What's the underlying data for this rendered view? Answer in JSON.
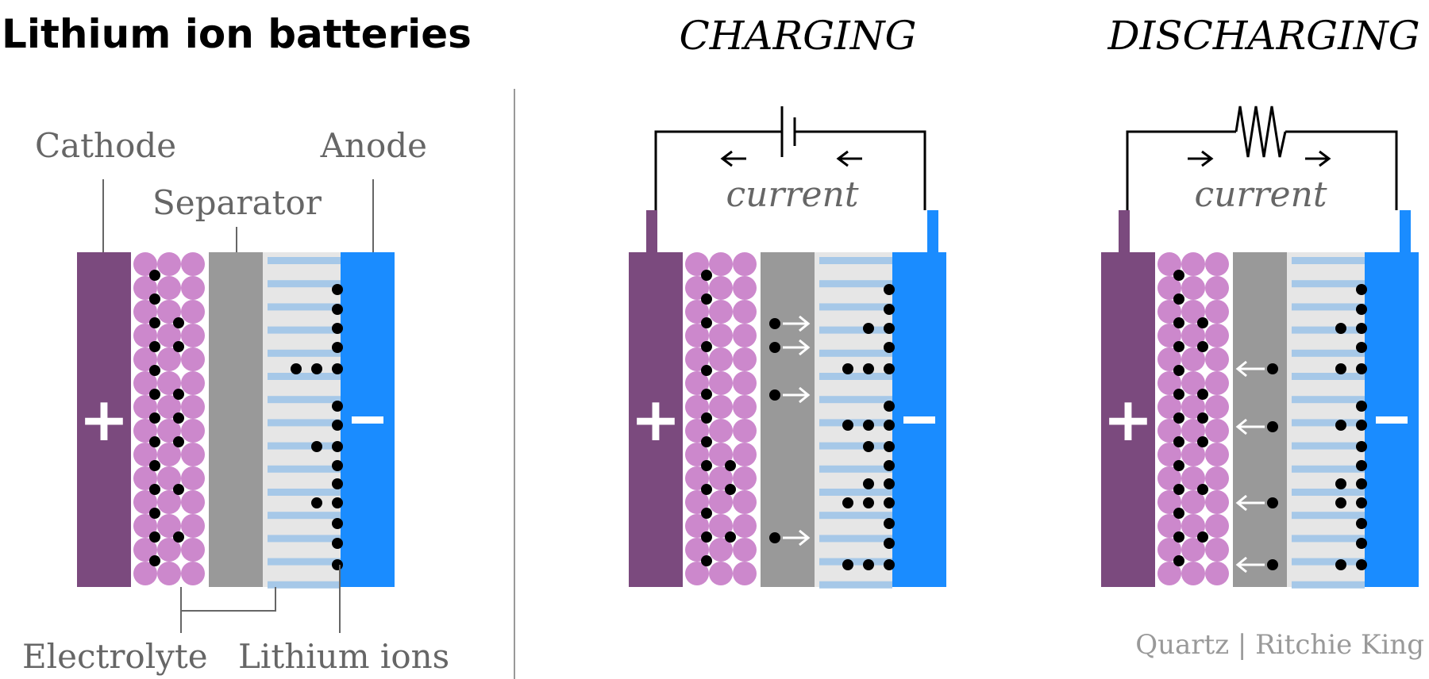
{
  "title": "Lithium ion batteries",
  "labels": {
    "cathode": "Cathode",
    "anode": "Anode",
    "separator": "Separator",
    "electrolyte": "Electrolyte",
    "lithium_ions": "Lithium ions"
  },
  "panels": {
    "charging": {
      "heading": "CHARGING",
      "current_label": "current"
    },
    "discharging": {
      "heading": "DISCHARGING",
      "current_label": "current"
    }
  },
  "symbols": {
    "plus": "+",
    "minus": "−"
  },
  "credit": "Quartz | Ritchie King",
  "colors": {
    "cathode": "#7b4a7e",
    "electrolyte_circle": "#cc88cc",
    "separator": "#999999",
    "anode_stripe": "#a6c8e8",
    "anode_bg": "#e6e6e6",
    "anode": "#1a8cff",
    "leader_line": "#666666",
    "label_text": "#666666"
  },
  "icons": {
    "battery": "battery-symbol-icon",
    "resistor": "resistor-symbol-icon",
    "arrow_left": "arrow-left-icon",
    "arrow_right": "arrow-right-icon"
  }
}
